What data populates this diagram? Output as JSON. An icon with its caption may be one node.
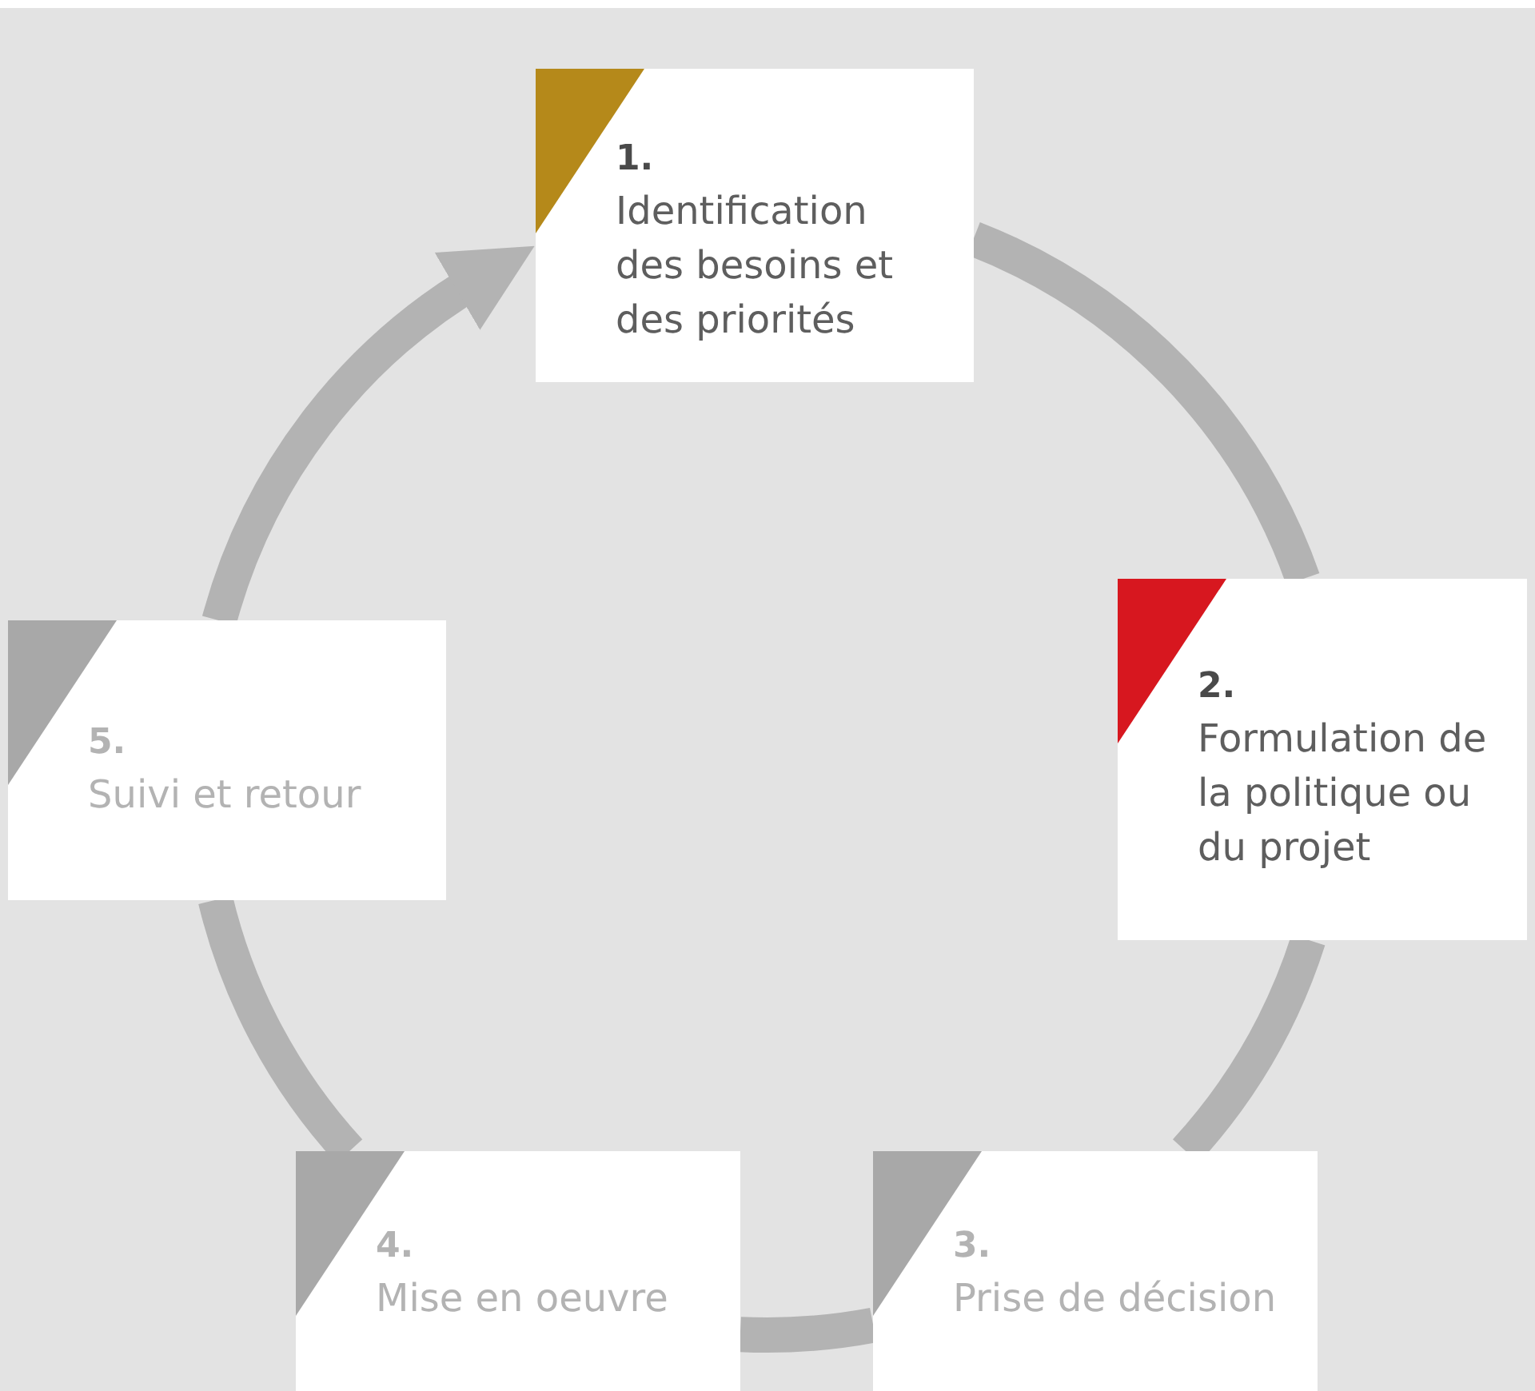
{
  "diagram": {
    "nodes": [
      {
        "text": [
          "1.",
          "Identification des besoins et des priorités"
        ]
      },
      {
        "text": [
          "2.",
          "Formulation de la politique ou du projet"
        ]
      },
      {
        "text": [
          "3.",
          "Prise de décision"
        ]
      },
      {
        "text": [
          "4.",
          "Mise en oeuvre"
        ]
      },
      {
        "text": [
          "5.",
          "Suivi et retour"
        ]
      }
    ],
    "edges": [
      {
        "from": 0,
        "to": 1,
        "arrow": "none"
      },
      {
        "from": 1,
        "to": 2,
        "arrow": "none"
      },
      {
        "from": 2,
        "to": 3,
        "arrow": "none"
      },
      {
        "from": 3,
        "to": 4,
        "arrow": "none"
      },
      {
        "from": 4,
        "to": 0,
        "arrow": "to"
      }
    ]
  }
}
